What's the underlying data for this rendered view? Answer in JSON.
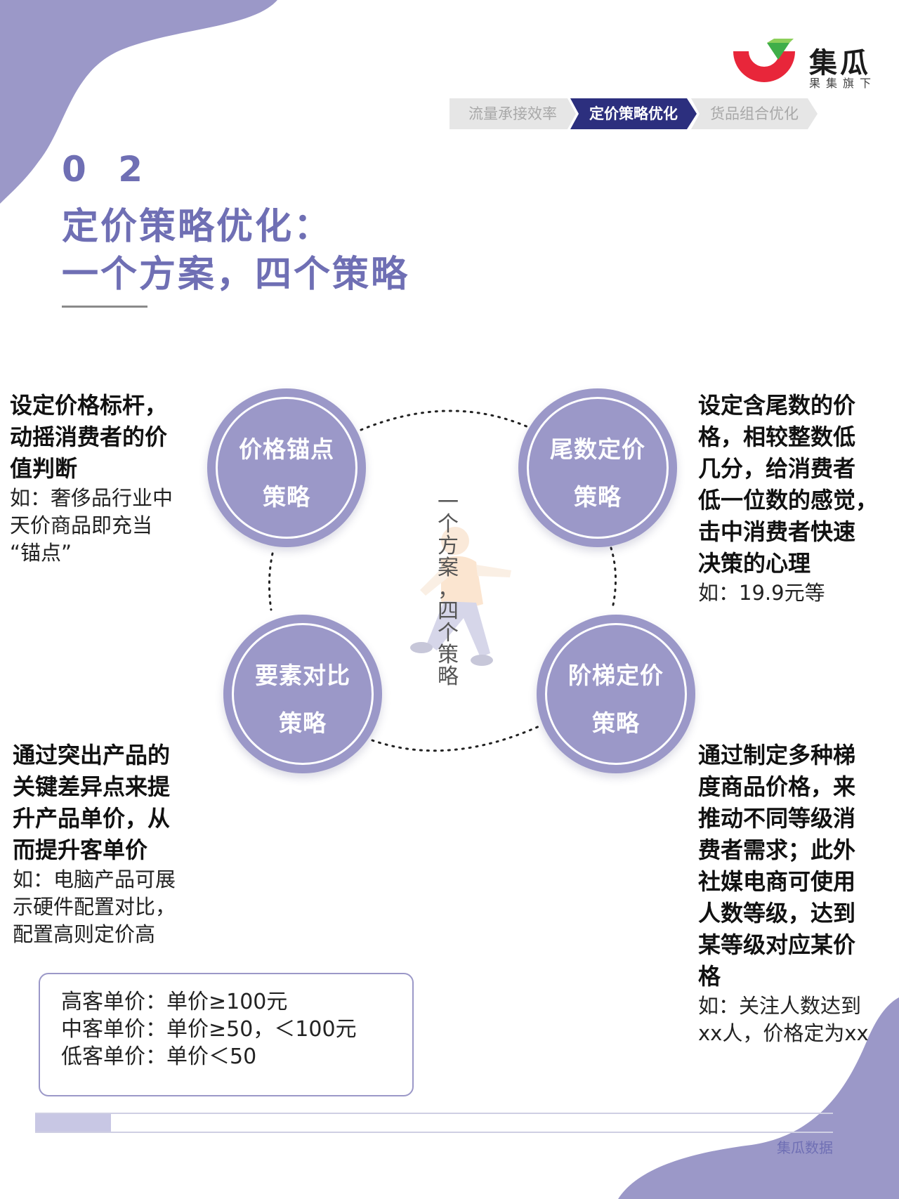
{
  "brand": {
    "name": "集瓜",
    "subtitle": "果集旗下",
    "colors": {
      "red": "#e8263a",
      "green": "#3fae49",
      "purple": "#6f6fb4",
      "navy": "#2c2f7e",
      "circle": "#9b98c8"
    }
  },
  "breadcrumb": [
    "流量承接效率",
    "定价策略优化",
    "货品组合优化"
  ],
  "section": {
    "number": "0 2",
    "title_line1": "定价策略优化：",
    "title_line2": "一个方案，四个策略"
  },
  "diagram": {
    "center_text": [
      "一",
      "个",
      "方",
      "案",
      "，",
      "四",
      "个",
      "策",
      "略"
    ],
    "center_illustration_icon": "running-person-icon",
    "strategies": [
      {
        "circle_line1": "价格锚点",
        "circle_line2": "策略",
        "description_lines": [
          "设定价格标杆，",
          "动摇消费者的价",
          "值判断"
        ],
        "example_lines": [
          "如：奢侈品行业中",
          "天价商品即充当",
          "“锚点”"
        ]
      },
      {
        "circle_line1": "尾数定价",
        "circle_line2": "策略",
        "description_lines": [
          "设定含尾数的价",
          "格，相较整数低",
          "几分，给消费者",
          "低一位数的感觉，",
          "击中消费者快速",
          "决策的心理"
        ],
        "example_lines": [
          "如：19.9元等"
        ]
      },
      {
        "circle_line1": "要素对比",
        "circle_line2": "策略",
        "description_lines": [
          "通过突出产品的",
          "关键差异点来提",
          "升产品单价，从",
          "而提升客单价"
        ],
        "example_lines": [
          "如：电脑产品可展",
          "示硬件配置对比，",
          "配置高则定价高"
        ]
      },
      {
        "circle_line1": "阶梯定价",
        "circle_line2": "策略",
        "description_lines": [
          "通过制定多种梯",
          "度商品价格，来",
          "推动不同等级消",
          "费者需求；此外",
          "社媒电商可使用",
          "人数等级，达到",
          "某等级对应某价",
          "格"
        ],
        "example_lines": [
          "如：关注人数达到",
          "xx人，价格定为xx"
        ]
      }
    ]
  },
  "tiers": [
    "高客单价：单价≥100元",
    "中客单价：单价≥50，＜100元",
    "低客单价：单价＜50"
  ],
  "footer": {
    "brand": "集瓜数据"
  }
}
